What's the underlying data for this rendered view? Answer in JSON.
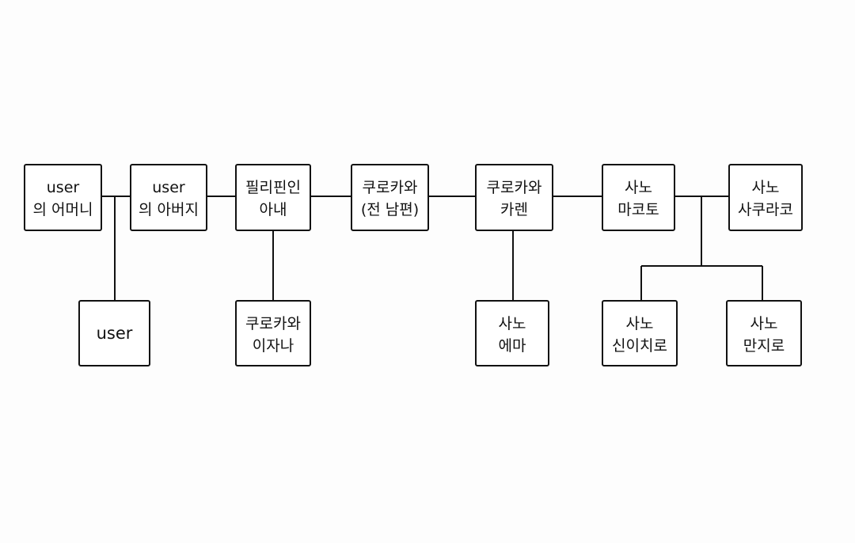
{
  "nodes": [
    {
      "id": "user-mother",
      "lines": [
        "user",
        "의 어머니"
      ]
    },
    {
      "id": "user-father",
      "lines": [
        "user",
        "의 아버지"
      ]
    },
    {
      "id": "filipino-wife",
      "lines": [
        "필리핀인",
        "아내"
      ]
    },
    {
      "id": "kurokawa-ex-husband",
      "lines": [
        "쿠로카와",
        "(전 남편)"
      ]
    },
    {
      "id": "kurokawa-karen",
      "lines": [
        "쿠로카와",
        "카렌"
      ]
    },
    {
      "id": "sano-makoto",
      "lines": [
        "사노",
        "마코토"
      ]
    },
    {
      "id": "sano-sakurako",
      "lines": [
        "사노",
        "사쿠라코"
      ]
    },
    {
      "id": "user",
      "lines": [
        "user"
      ]
    },
    {
      "id": "kurokawa-izana",
      "lines": [
        "쿠로카와",
        "이자나"
      ]
    },
    {
      "id": "sano-emma",
      "lines": [
        "사노",
        "에마"
      ]
    },
    {
      "id": "sano-shinichiro",
      "lines": [
        "사노",
        "신이치로"
      ]
    },
    {
      "id": "sano-manjiro",
      "lines": [
        "사노",
        "만지로"
      ]
    }
  ]
}
